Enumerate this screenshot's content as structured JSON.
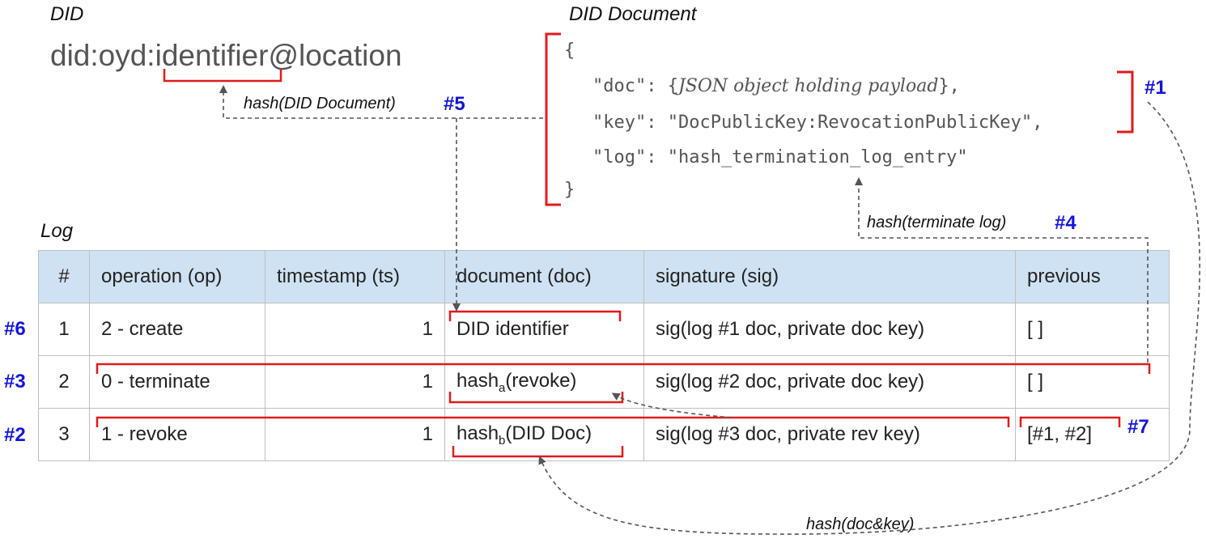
{
  "did_section": {
    "title": "DID",
    "prefix": "did:oyd:",
    "identifier": "identifier",
    "suffix": "@location"
  },
  "doc_section": {
    "title": "DID Document",
    "open_brace": "{",
    "close_brace": "}",
    "line1": {
      "key": "\"doc\"",
      "sep": ": ",
      "lbrace": "{",
      "value": "JSON object holding payload",
      "rbrace": "},"
    },
    "line2": {
      "key": "\"key\"",
      "sep": ": ",
      "value": "\"DocPublicKey:RevocationPublicKey\"",
      "trail": ","
    },
    "line3": {
      "key": "\"log\"",
      "sep": ": ",
      "value": "\"hash_termination_log_entry\""
    }
  },
  "log_section": {
    "title": "Log",
    "columns": [
      "#",
      "operation (op)",
      "timestamp (ts)",
      "document (doc)",
      "signature (sig)",
      "previous"
    ],
    "rows": [
      {
        "num": "1",
        "op": "2 - create",
        "ts": "1",
        "doc": "DID identifier",
        "sig": "sig(log #1 doc, private doc key)",
        "prev": "[ ]"
      },
      {
        "num": "2",
        "op": "0 - terminate",
        "ts": "1",
        "doc_base": "hash",
        "doc_sub": "a",
        "doc_rest": "(revoke)",
        "sig": "sig(log #2 doc, private doc key)",
        "prev": "[ ]"
      },
      {
        "num": "3",
        "op": "1 - revoke",
        "ts": "1",
        "doc_base": "hash",
        "doc_sub": "b",
        "doc_rest": "(DID Doc)",
        "sig": "sig(log #3 doc, private rev key)",
        "prev": "[#1, #2]"
      }
    ]
  },
  "annotations": {
    "hash_did_document": "hash(DID Document)",
    "hash_terminate_log": "hash(terminate log)",
    "hash_doc_key": "hash(doc&key)"
  },
  "markers": {
    "m1": "#1",
    "m2": "#2",
    "m3": "#3",
    "m4": "#4",
    "m5": "#5",
    "m6": "#6",
    "m7": "#7"
  },
  "colors": {
    "bracket_red": "#e01b1b",
    "marker_blue": "#1515d8",
    "header_blue": "#cfe2f3",
    "arrow_gray": "#555555"
  }
}
